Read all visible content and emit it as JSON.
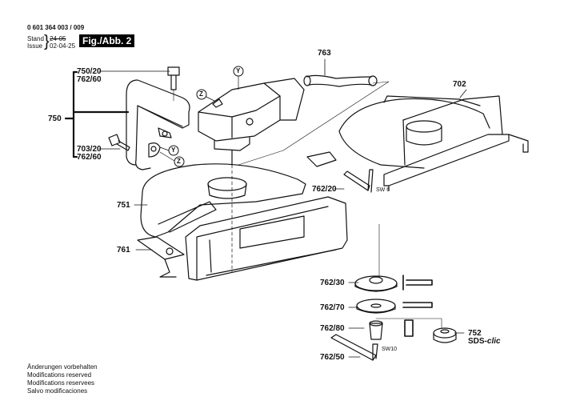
{
  "header": {
    "part_number": "0 601 364 003 / 009",
    "stand_label": "Stand",
    "issue_label": "Issue",
    "stand_value": "24-05",
    "issue_value": "02-04-25",
    "figure_label": "Fig./Abb. 2"
  },
  "callouts": {
    "p750_20": "750/20",
    "p762_60a": "762/60",
    "p750": "750",
    "p703_20": "703/20",
    "p762_60b": "762/60",
    "p751": "751",
    "p761": "761",
    "p763": "763",
    "p702": "702",
    "p762_20": "762/20",
    "sw6": "SW 6",
    "p762_30": "762/30",
    "p762_70": "762/70",
    "p762_80": "762/80",
    "p762_50": "762/50",
    "sw10": "SW10",
    "p752": "752",
    "sds_prefix": "SDS-",
    "sds_suffix": "clic",
    "marker_y": "Y",
    "marker_z": "Z"
  },
  "footer": {
    "lines": [
      "Änderungen vorbehalten",
      "Modifications reserved",
      "Modifications reservees",
      "Salvo modificaciones"
    ]
  }
}
